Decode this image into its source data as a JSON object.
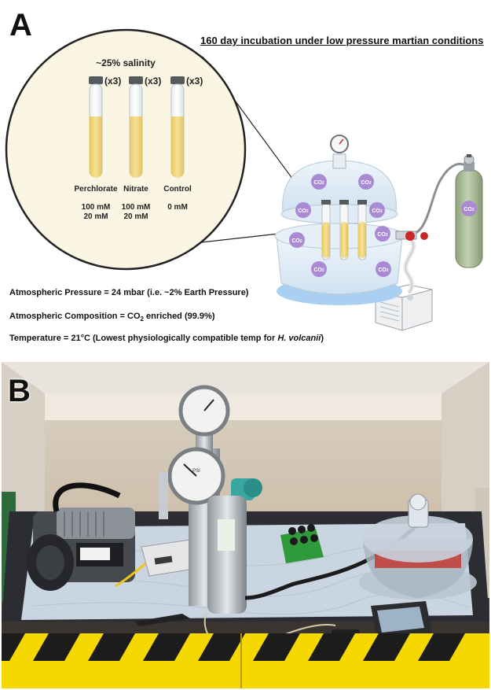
{
  "panel_a": {
    "letter": "A",
    "title": "160 day incubation under low pressure martian conditions",
    "salinity": "~25% salinity",
    "tubes": [
      {
        "multiplier": "(x3)",
        "name": "Perchlorate",
        "conc_1": "100 mM",
        "conc_2": "20 mM"
      },
      {
        "multiplier": "(x3)",
        "name": "Nitrate",
        "conc_1": "100 mM",
        "conc_2": "20 mM"
      },
      {
        "multiplier": "(x3)",
        "name": "Control",
        "conc_1": "0 mM",
        "conc_2": ""
      }
    ],
    "co2_label": "CO",
    "co2_sub": "2",
    "pressure_text": "Atmospheric Pressure = 24 mbar (i.e. ~2% Earth Pressure)",
    "composition_prefix": "Atmospheric Composition = CO",
    "composition_sub": "2",
    "composition_suffix": " enriched (99.9%)",
    "temperature_prefix": "Temperature = 21°C (Lowest physiologically compatible temp for ",
    "temperature_italic": "H. volcanii",
    "temperature_suffix": ")"
  },
  "panel_b": {
    "letter": "B",
    "gauge_unit": "PSI"
  },
  "colors": {
    "media_yellow": "#f2d77a",
    "co2_purple": "#a98ad3",
    "tank_green": "#a8b894",
    "desiccator_blue": "#d6e8f5",
    "hazard_yellow": "#f5d800"
  }
}
